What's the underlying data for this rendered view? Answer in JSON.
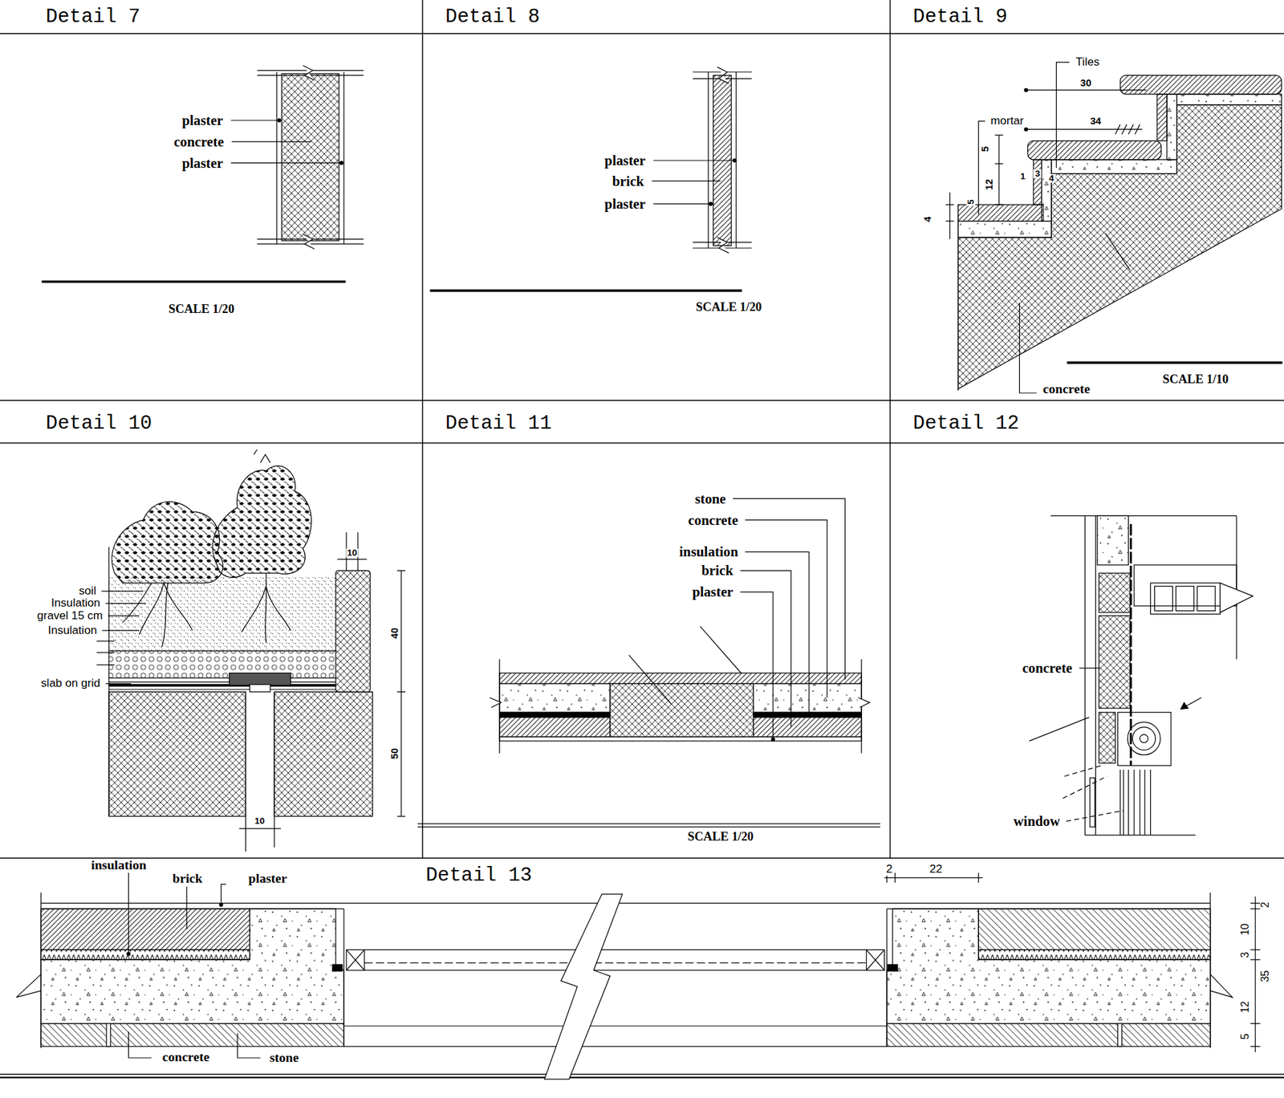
{
  "diagram": {
    "nodes": [
      {
        "text": [
          "Detail 7"
        ]
      },
      {
        "text": [
          "Detail 8"
        ]
      },
      {
        "text": [
          "Detail 9"
        ]
      },
      {
        "text": [
          "Detail 10"
        ]
      },
      {
        "text": [
          "Detail 11"
        ]
      },
      {
        "text": [
          "Detail 12"
        ]
      },
      {
        "text": [
          "Detail 13"
        ]
      }
    ],
    "labels": [
      "plaster",
      "concrete",
      "plaster",
      "SCALE 1/20",
      "plaster",
      "brick",
      "plaster",
      "SCALE 1/20",
      "Tiles",
      "30",
      "mortar",
      "34",
      "5",
      "12",
      "1",
      "3",
      "4",
      "5",
      "4",
      "concrete",
      "SCALE 1/10",
      "soil",
      "Insulation",
      "gravel 15 cm",
      "Insulation",
      "slab on grid",
      "10",
      "40",
      "50",
      "10",
      "stone",
      "concrete",
      "insulation",
      "brick",
      "plaster",
      "SCALE 1/20",
      "concrete",
      "window",
      "insulation",
      "brick",
      "plaster",
      "concrete",
      "stone",
      "2",
      "22",
      "5",
      "12",
      "3",
      "10",
      "2",
      "35"
    ]
  }
}
